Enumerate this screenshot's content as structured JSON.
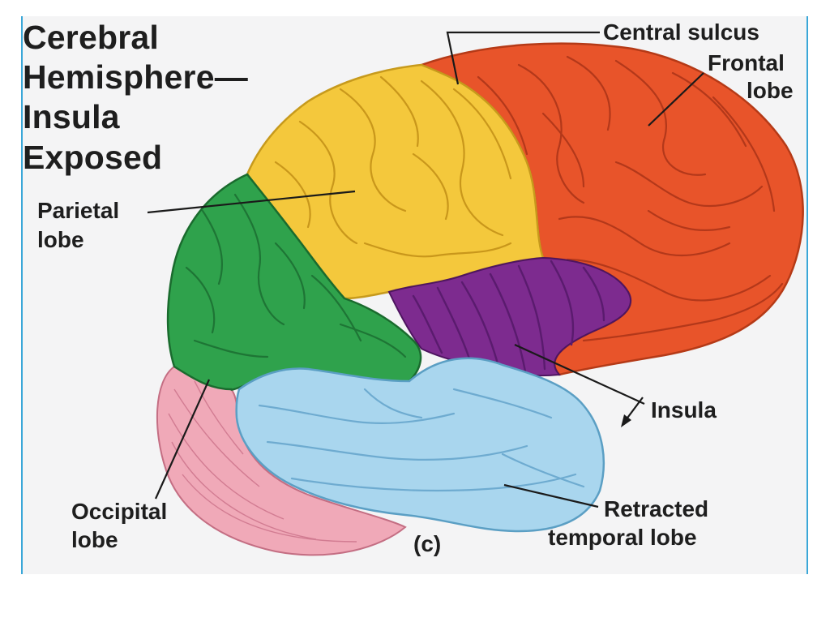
{
  "title": {
    "line1": "Cerebral",
    "line2": "Hemisphere—",
    "line3": "Insula",
    "line4": "Exposed"
  },
  "labels": {
    "central_sulcus": "Central sulcus",
    "frontal_lobe_1": "Frontal",
    "frontal_lobe_2": "lobe",
    "parietal_lobe_1": "Parietal",
    "parietal_lobe_2": "lobe",
    "insula": "Insula",
    "occipital_lobe_1": "Occipital",
    "occipital_lobe_2": "lobe",
    "retracted_temporal_1": "Retracted",
    "retracted_temporal_2": "temporal lobe",
    "panel_letter": "(c)"
  },
  "colors": {
    "frontal": "#e8542a",
    "parietal": "#f4c83c",
    "occipital": "#2fa24c",
    "insula": "#7d2b8f",
    "temporal": "#a9d6ee",
    "cerebellum": "#f0a9b8",
    "frame": "#3aa7d8"
  }
}
